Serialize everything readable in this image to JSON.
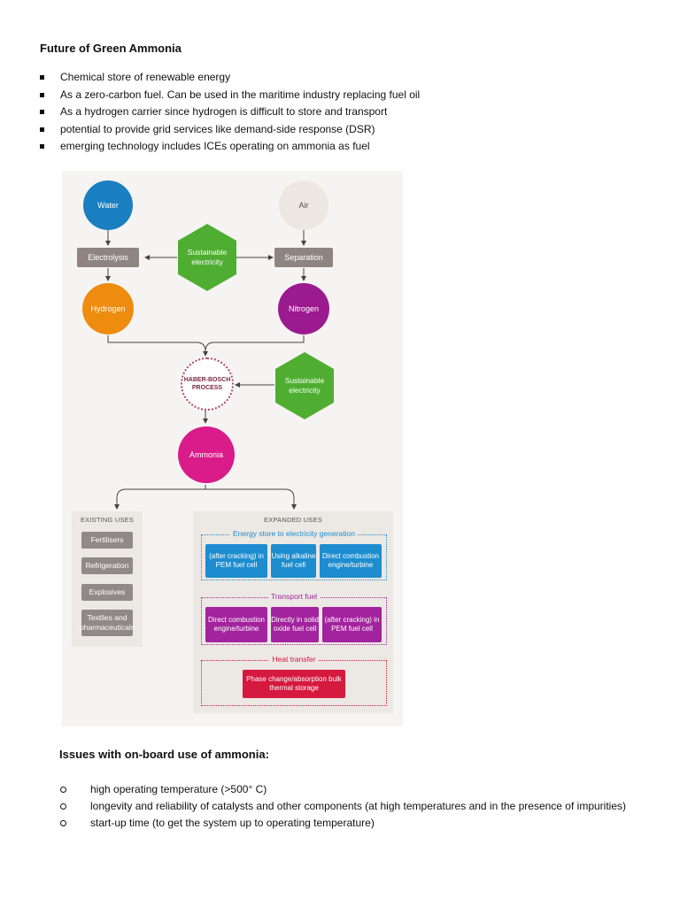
{
  "heading": "Future of Green Ammonia",
  "bullets": [
    "Chemical store of renewable energy",
    "As a zero-carbon fuel. Can be used in the maritime industry replacing fuel oil",
    "As a hydrogen carrier since hydrogen is difficult to store and transport",
    "potential to provide grid services like demand-side response (DSR)",
    "emerging technology includes ICEs operating on ammonia as fuel"
  ],
  "diagram": {
    "water": "Water",
    "air": "Air",
    "electrolysis": "Electrolysis",
    "separation": "Separation",
    "sustainable_electricity": "Sustainable electricity",
    "hydrogen": "Hydrogen",
    "nitrogen": "Nitrogen",
    "haber_bosch": "HABER-BOSCH PROCESS",
    "ammonia": "Ammonia",
    "existing_uses": {
      "heading": "EXISTING USES",
      "items": [
        "Fertilisers",
        "Refrigeration",
        "Explosives",
        "Textiles and pharmaceuticals"
      ]
    },
    "expanded_uses": {
      "heading": "EXPANDED USES",
      "groups": [
        {
          "label": "Energy store to electricity generation",
          "cells": [
            "(after cracking) in PEM fuel cell",
            "Using alkaline fuel cell",
            "Direct combustion engine/turbine"
          ]
        },
        {
          "label": "Transport fuel",
          "cells": [
            "Direct combustion engine/turbine",
            "Directly in solid oxide fuel cell",
            "(after cracking) in PEM fuel cell"
          ]
        },
        {
          "label": "Heat transfer",
          "cells": [
            "Phase change/absorption bulk thermal storage"
          ]
        }
      ]
    },
    "colors": {
      "water": "#1a7fc1",
      "air": "#ece7e1",
      "hydrogen": "#ee8c0f",
      "nitrogen": "#9c1a8f",
      "ammonia": "#d91c8a",
      "hexagon": "#4fae31",
      "process_box": "#8e8583",
      "energy_store": "#1d8dcf",
      "transport_fuel": "#a3239e",
      "heat_transfer": "#d5193f"
    }
  },
  "issues_heading": "Issues with on-board use of ammonia:",
  "issues": [
    "high operating temperature (>500° C)",
    "longevity and reliability of catalysts and other components (at high temperatures and in the presence of impurities)",
    "start-up time (to get the system up to operating temperature)"
  ]
}
